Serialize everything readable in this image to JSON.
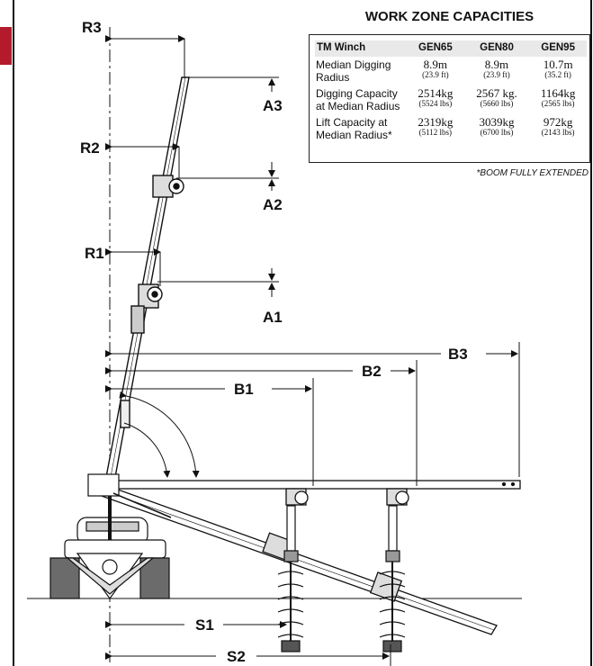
{
  "labels": {
    "r3": "R3",
    "r2": "R2",
    "r1": "R1",
    "a3": "A3",
    "a2": "A2",
    "a1": "A1",
    "b1": "B1",
    "b2": "B2",
    "b3": "B3",
    "s1": "S1",
    "s2": "S2"
  },
  "capacities": {
    "title": "WORK ZONE CAPACITIES",
    "columns": [
      "TM Winch",
      "GEN65",
      "GEN80",
      "GEN95"
    ],
    "rows": [
      {
        "label": "Median Digging Radius",
        "values": [
          {
            "main": "8.9m",
            "sub": "(23.9 ft)"
          },
          {
            "main": "8.9m",
            "sub": "(23.9 ft)"
          },
          {
            "main": "10.7m",
            "sub": "(35.2 ft)"
          }
        ]
      },
      {
        "label": "Digging Capacity at Median Radius",
        "values": [
          {
            "main": "2514kg",
            "sub": "(5524 lbs)"
          },
          {
            "main": "2567 kg.",
            "sub": "(5660 lbs)"
          },
          {
            "main": "1164kg",
            "sub": "(2565 lbs)"
          }
        ]
      },
      {
        "label": "Lift Capacity at Median Radius*",
        "values": [
          {
            "main": "2319kg",
            "sub": "(5112 lbs)"
          },
          {
            "main": "3039kg",
            "sub": "(6700 lbs)"
          },
          {
            "main": "972kg",
            "sub": "(2143 lbs)"
          }
        ]
      }
    ],
    "footnote": "*BOOM FULLY EXTENDED"
  },
  "colors": {
    "accent_tab": "#b31b2c",
    "line": "#111111",
    "tire": "#6b6b6b"
  }
}
